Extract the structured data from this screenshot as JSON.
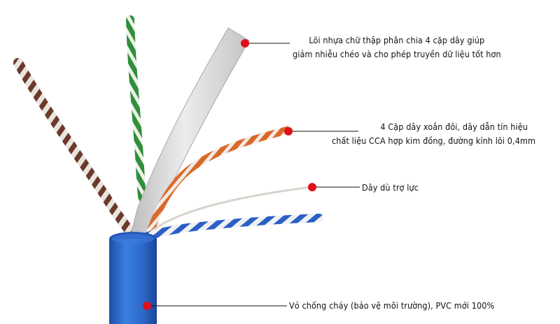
{
  "callouts": [
    {
      "lines": [
        "Lõi nhựa chữ thập phân chia 4 cặp dây giúp",
        "giảm nhiễu chéo và cho phép truyền dữ liệu tốt hơn"
      ]
    },
    {
      "lines": [
        "4 Cặp dây xoắn đôi, dây dẫn tín hiệu",
        "chất liệu CCA hợp kim đồng, đường kính lõi 0,4mm"
      ]
    },
    {
      "lines": [
        "Dây dù trợ lực"
      ]
    },
    {
      "lines": [
        "Vỏ chống cháy (bảo vệ môi trường), PVC mới 100%"
      ]
    }
  ],
  "colors": {
    "marker": "#e0101a",
    "leader": "#111111",
    "jacket": "#2f6fd0",
    "spline": "#d9d9d9",
    "pair_brown": "#6b3a2a",
    "pair_green": "#2f8f3a",
    "pair_orange": "#d9692a",
    "pair_blue": "#2a5fc4"
  }
}
